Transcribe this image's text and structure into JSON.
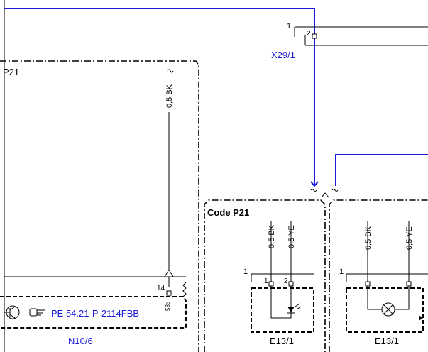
{
  "connector_x29": {
    "name": "X29/1",
    "pin1": "1",
    "pin2": "2"
  },
  "left_module": {
    "label": "P21",
    "name": "N10/6",
    "pin": "14",
    "sub_pin": "58d"
  },
  "left_wire": {
    "spec": "0,5 BK"
  },
  "reference": {
    "text": "PE 54.21-P-2114FBB"
  },
  "code_box": {
    "title": "Code P21"
  },
  "component_a": {
    "name": "E13/1",
    "connector_pin": "1",
    "pin1": "1",
    "pin2": "2",
    "wire1": "0,5 BK",
    "wire2": "0,5 YE"
  },
  "component_b": {
    "name": "E13/1",
    "connector_pin": "1",
    "wire1": "0,5 BK",
    "wire2": "0,5 YE"
  },
  "colors": {
    "wire_blue": "#1a1ad6",
    "line": "#000000"
  }
}
